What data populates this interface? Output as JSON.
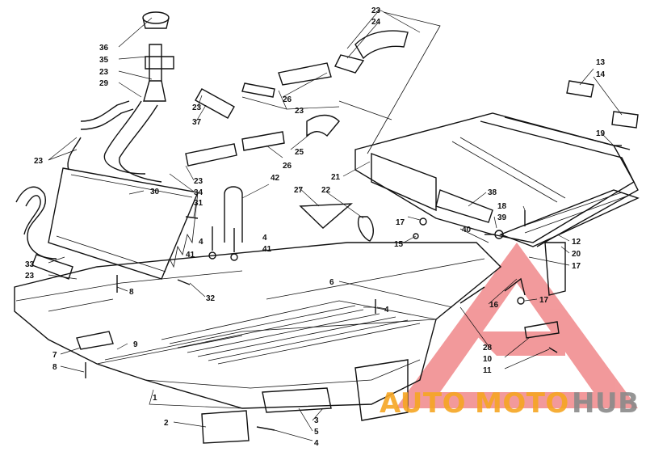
{
  "diagram": {
    "callouts": [
      "1",
      "2",
      "3",
      "4",
      "5",
      "6",
      "7",
      "8",
      "9",
      "10",
      "11",
      "12",
      "13",
      "14",
      "15",
      "16",
      "17",
      "18",
      "19",
      "20",
      "21",
      "22",
      "23",
      "24",
      "25",
      "26",
      "27",
      "28",
      "29",
      "30",
      "31",
      "32",
      "33",
      "34",
      "35",
      "36",
      "37",
      "38",
      "39",
      "40",
      "41",
      "42"
    ]
  },
  "watermark": {
    "part1": "AUTO",
    "part2": "MOTO",
    "part3": "HUB",
    "colors": {
      "orange": "#f6a623",
      "gray": "#8a8a8a",
      "red": "#e8474a"
    }
  }
}
